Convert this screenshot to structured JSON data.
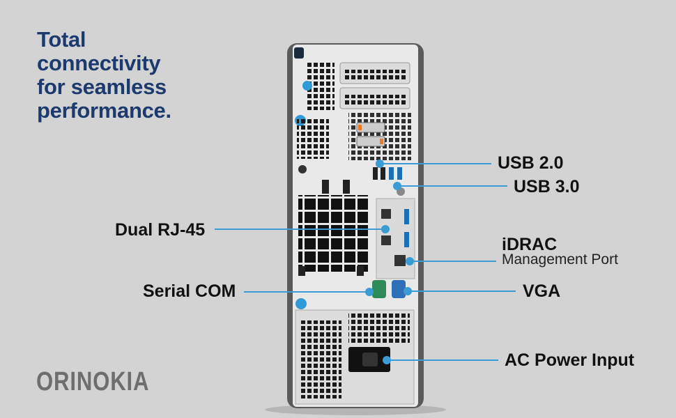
{
  "headline": [
    "Total",
    "connectivity",
    "for seamless",
    "performance."
  ],
  "callouts": {
    "usb2": "USB 2.0",
    "usb3": "USB 3.0",
    "rj45": "Dual RJ-45",
    "idrac": "iDRAC",
    "idrac_sub": "Management Port",
    "serial": "Serial COM",
    "vga": "VGA",
    "power": "AC Power Input"
  },
  "brand": "ORINOKIA",
  "colors": {
    "headline": "#1c3a6e",
    "leader": "#3a9bd5",
    "background": "#d3d3d3"
  }
}
